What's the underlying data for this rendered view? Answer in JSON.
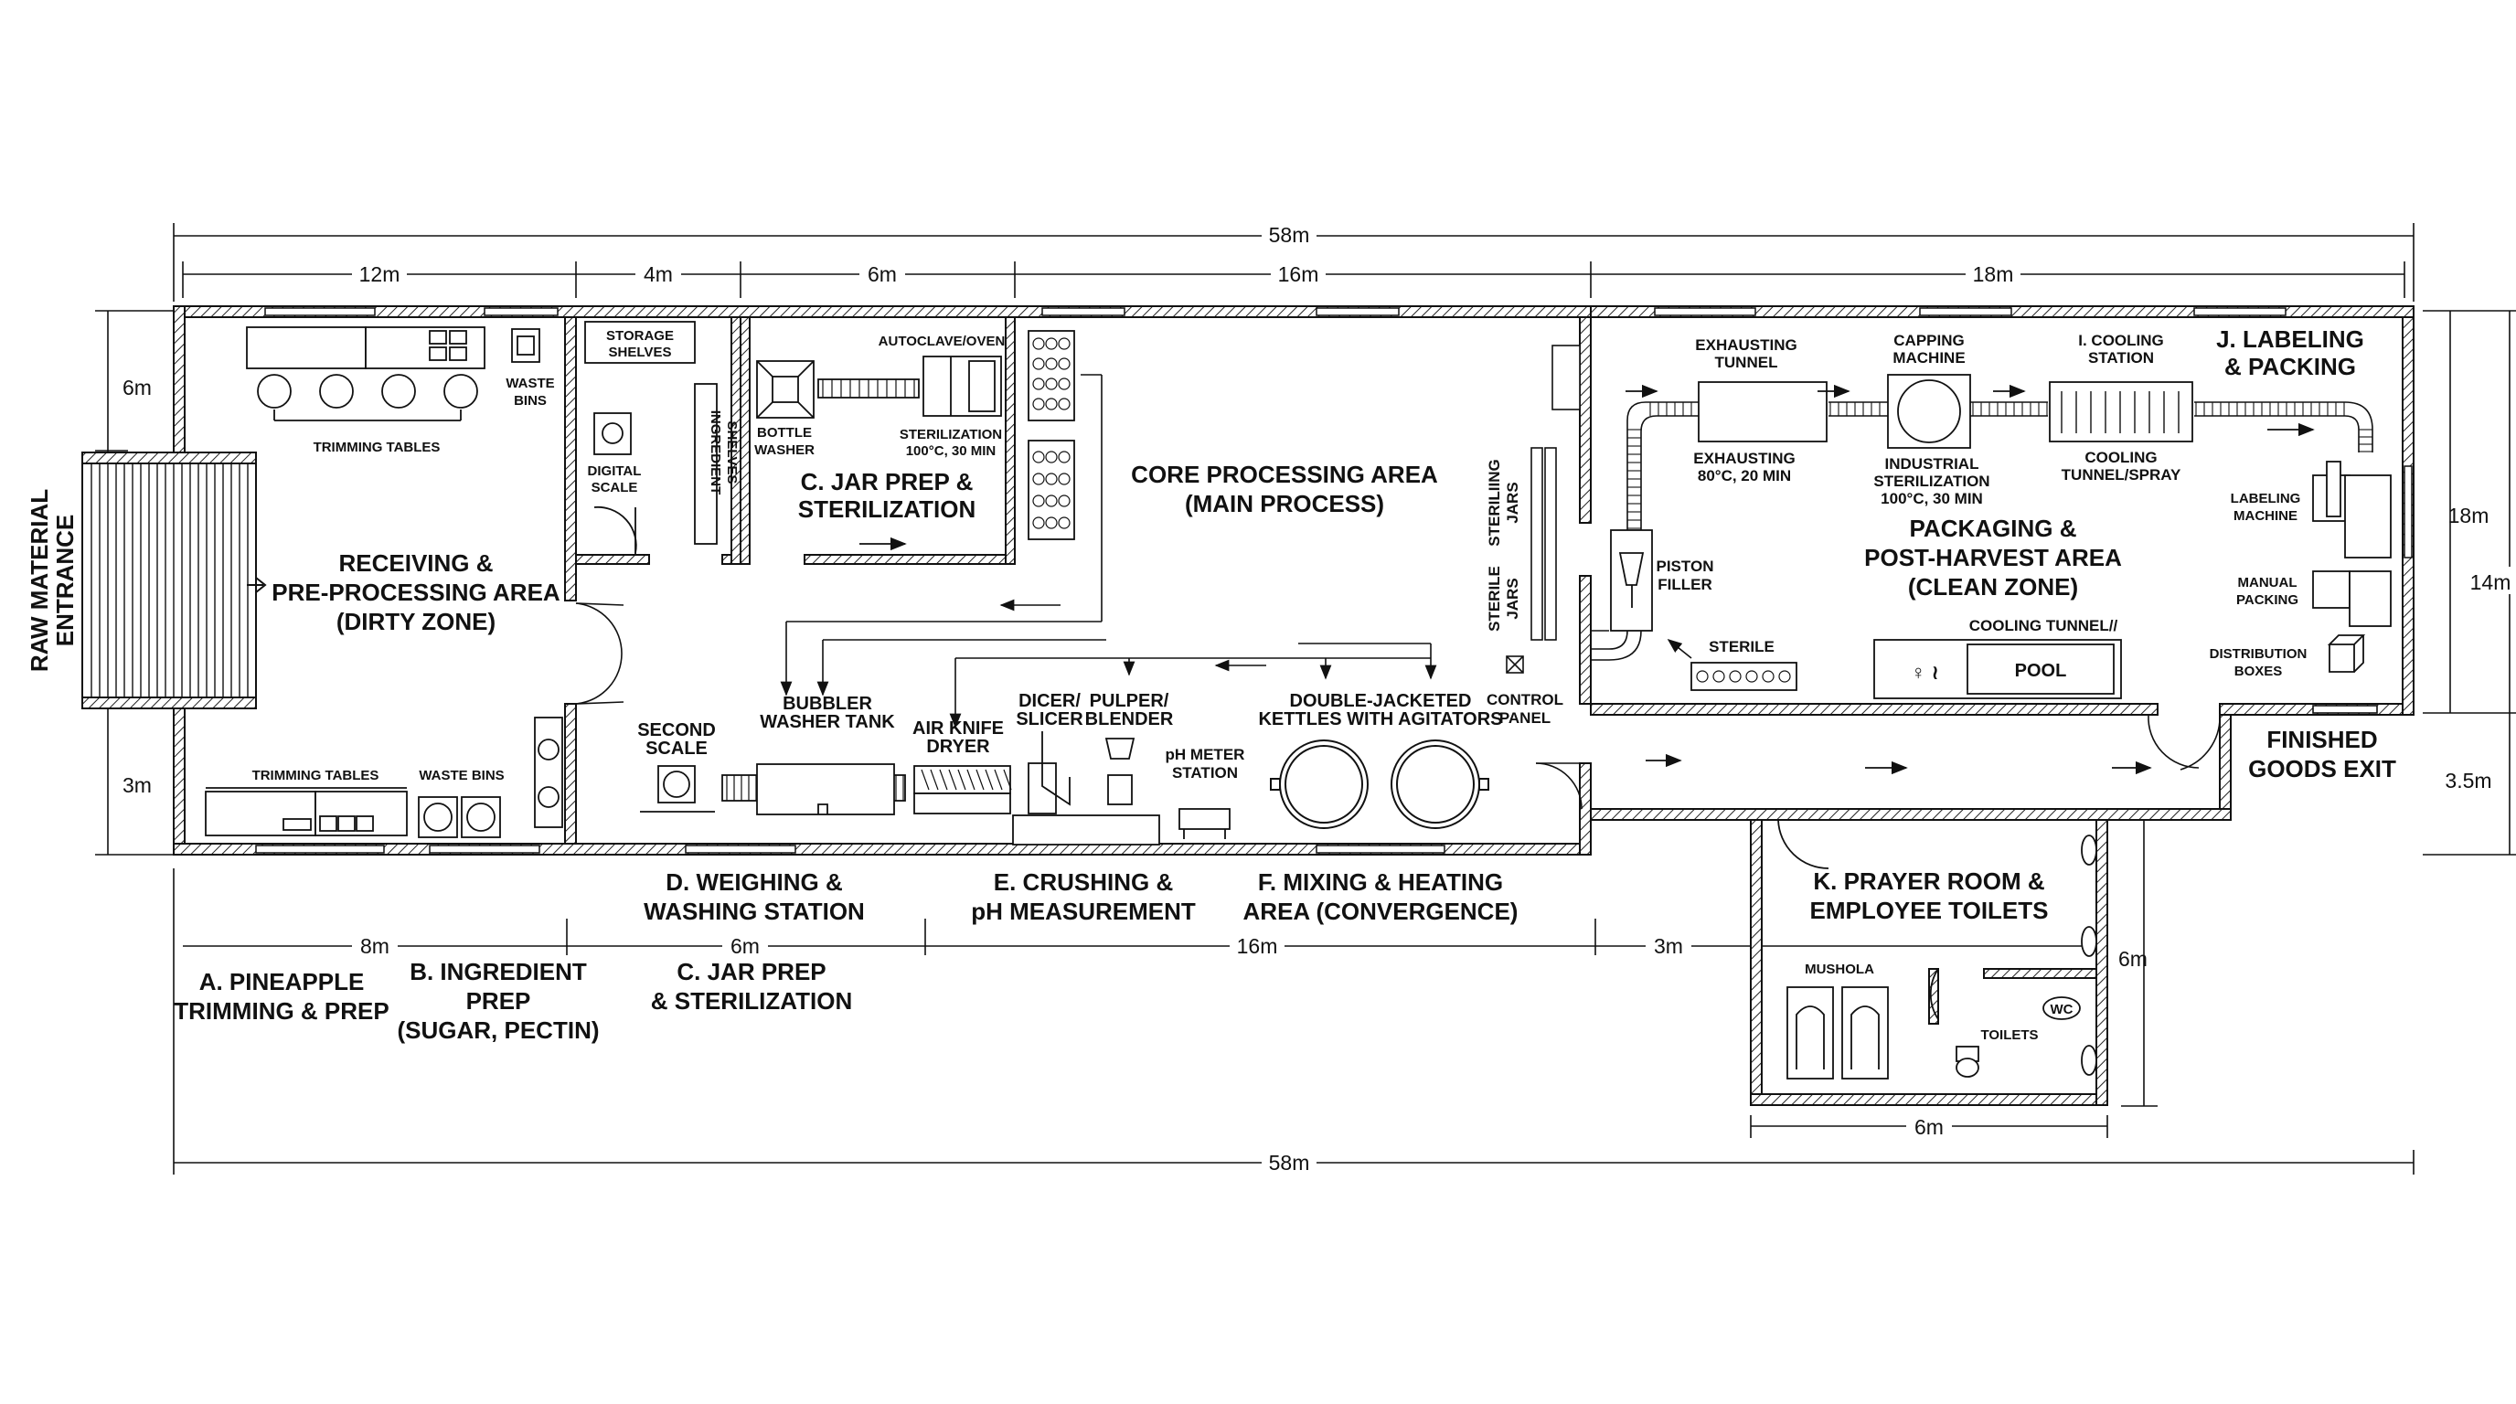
{
  "dimensions": {
    "total_top": "58m",
    "top_12": "12m",
    "top_4": "4m",
    "top_6": "6m",
    "top_16": "16m",
    "top_18": "18m",
    "bottom_8": "8m",
    "bottom_6": "6m",
    "bottom_16": "16m",
    "bottom_3": "3m",
    "total_bottom": "58m",
    "left_6": "6m",
    "left_12": "12m",
    "left_3": "3m",
    "right_18": "18m",
    "right_14": "14m",
    "right_35": "3.5m",
    "toilet_6v": "6m",
    "toilet_6h": "6m"
  },
  "labels": {
    "raw_entrance_1": "RAW MATERIAL",
    "raw_entrance_2": "ENTRANCE",
    "trimming_tables_top": "TRIMMING TABLES",
    "waste_bins_1": "WASTE",
    "waste_bins_2": "BINS",
    "receiving_1": "RECEIVING &",
    "receiving_2": "PRE-PROCESSING AREA",
    "receiving_3": "(DIRTY ZONE)",
    "trimming_tables_bottom": "TRIMMING TABLES",
    "waste_bins_bottom": "WASTE BINS",
    "storage_1": "STORAGE",
    "storage_2": "SHELVES",
    "digital_scale_1": "DIGITAL",
    "digital_scale_2": "SCALE",
    "ingredient_shelves_1": "INGREDIENT",
    "ingredient_shelves_2": "SHELVES",
    "autoclave": "AUTOCLAVE/OVEN",
    "bottle_washer_1": "BOTTLE",
    "bottle_washer_2": "WASHER",
    "sterilization_1": "STERILIZATION",
    "sterilization_2": "100°C, 30 MIN",
    "jar_prep_1": "C. JAR PREP &",
    "jar_prep_2": "STERILIZATION",
    "core_1": "CORE PROCESSING AREA",
    "core_2": "(MAIN PROCESS)",
    "second_scale_1": "SECOND",
    "second_scale_2": "SCALE",
    "bubbler_1": "BUBBLER",
    "bubbler_2": "WASHER TANK",
    "air_knife_1": "AIR KNIFE",
    "air_knife_2": "DRYER",
    "dicer_1": "DICER/",
    "dicer_2": "SLICER",
    "pulper_1": "PULPER/",
    "pulper_2": "BLENDER",
    "ph_meter_1": "pH METER",
    "ph_meter_2": "STATION",
    "kettles_1": "DOUBLE-JACKETED",
    "kettles_2": "KETTLES WITH AGITATORS",
    "steriling_jars_1": "STERILIING",
    "steriling_jars_2": "JARS",
    "sterile_jars_1": "STERILE",
    "sterile_jars_2": "JARS",
    "control_panel_1": "CONTROL",
    "control_panel_2": "PANEL",
    "exhausting_tunnel_1": "EXHAUSTING",
    "exhausting_tunnel_2": "TUNNEL",
    "exhausting_1": "EXHAUSTING",
    "exhausting_2": "80°C, 20 MIN",
    "capping_1": "CAPPING",
    "capping_2": "MACHINE",
    "industrial_1": "INDUSTRIAL",
    "industrial_2": "STERILIZATION",
    "industrial_3": "100°C, 30 MIN",
    "cooling_station_1": "I. COOLING",
    "cooling_station_2": "STATION",
    "cooling_tunnel_1": "COOLING",
    "cooling_tunnel_2": "TUNNEL/SPRAY",
    "labeling_1": "J. LABELING",
    "labeling_2": "& PACKING",
    "labeling_machine_1": "LABELING",
    "labeling_machine_2": "MACHINE",
    "manual_packing_1": "MANUAL",
    "manual_packing_2": "PACKING",
    "distribution_1": "DISTRIBUTION",
    "distribution_2": "BOXES",
    "piston_1": "PISTON",
    "piston_2": "FILLER",
    "packaging_1": "PACKAGING &",
    "packaging_2": "POST-HARVEST AREA",
    "packaging_3": "(CLEAN ZONE)",
    "sterile": "STERILE",
    "cooling_tunnel_pool": "COOLING TUNNEL//",
    "pool": "POOL",
    "finished_1": "FINISHED",
    "finished_2": "GOODS EXIT",
    "weighing_1": "D. WEIGHING &",
    "weighing_2": "WASHING STATION",
    "crushing_1": "E. CRUSHING &",
    "crushing_2": "pH MEASUREMENT",
    "mixing_1": "F. MIXING & HEATING",
    "mixing_2": "AREA (CONVERGENCE)",
    "pineapple_1": "A. PINEAPPLE",
    "pineapple_2": "TRIMMING & PREP",
    "ingredient_1": "B. INGREDIENT",
    "ingredient_2": "PREP",
    "ingredient_3": "(SUGAR, PECTIN)",
    "jar_prep_b1": "C. JAR PREP",
    "jar_prep_b2": "& STERILIZATION",
    "prayer_1": "K. PRAYER ROOM &",
    "prayer_2": "EMPLOYEE TOILETS",
    "mushola": "MUSHOLA",
    "toilets": "TOILETS",
    "wc": "WC"
  }
}
